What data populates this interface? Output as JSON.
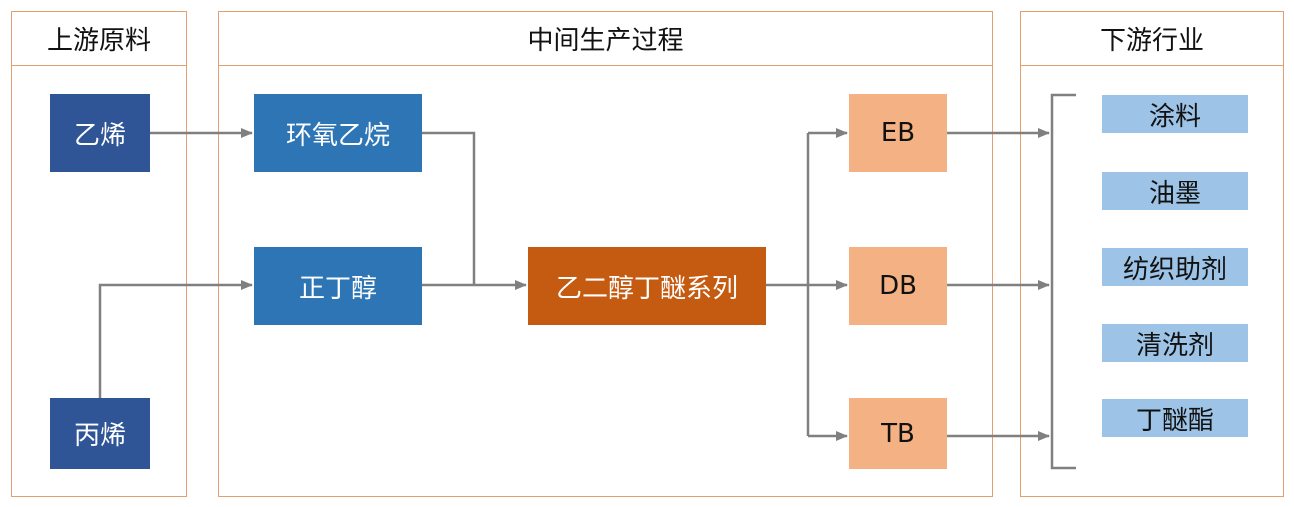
{
  "panels": {
    "upstream": "上游原料",
    "process": "中间生产过程",
    "downstream": "下游行业"
  },
  "nodes": {
    "ethylene": "乙烯",
    "propylene": "丙烯",
    "ethylene_oxide": "环氧乙烷",
    "n_butanol": "正丁醇",
    "glycol_butyl_ether_series": "乙二醇丁醚系列",
    "eb": "EB",
    "db": "DB",
    "tb": "TB"
  },
  "uses": [
    "涂料",
    "油墨",
    "纺织助剂",
    "清洗剂",
    "丁醚酯"
  ],
  "colors": {
    "panel_border": "#e0a070",
    "raw": "#2f5597",
    "intermediate": "#2e75b6",
    "core": "#c55a11",
    "product": "#f4b183",
    "use": "#9dc3e6",
    "connector": "#808080"
  }
}
